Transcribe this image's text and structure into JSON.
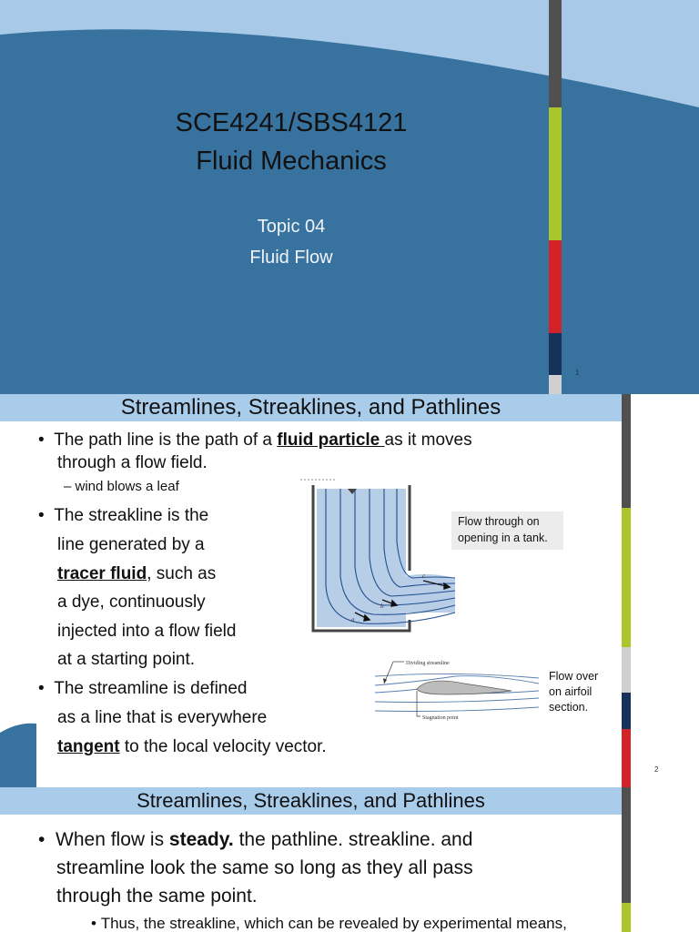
{
  "slide1": {
    "course_code": "SCE4241/SBS4121",
    "course_title": "Fluid Mechanics",
    "topic": "Topic 04",
    "topic_title": "Fluid Flow",
    "page_number": "1"
  },
  "slide2": {
    "title": "Streamlines, Streaklines, and Pathlines",
    "bullet1": {
      "pre": "The path line is the path of a ",
      "bold": "fluid particle ",
      "post": "as it moves",
      "line2": "through a flow field."
    },
    "sub1": "wind blows a leaf",
    "bullet2": {
      "l1": "The streakline is the",
      "l2": "line generated by a",
      "bold": "tracer fluid",
      "l3rest": ", such as",
      "l4": "a dye, continuously",
      "l5": "injected into a flow field",
      "l6": "at a starting point."
    },
    "bullet3": {
      "l1": "The streamline is defined",
      "l2": "as a line that is everywhere",
      "bold": "tangent",
      "l3rest": " to the local velocity vector."
    },
    "caption_tank": [
      "Flow through on",
      "opening in a tank."
    ],
    "caption_airfoil": [
      "Flow over",
      "on airfoil",
      "section."
    ],
    "fig_label_dividing": "Dividing streamline",
    "fig_label_stagnation": "Stagnation point",
    "fig_labels_particles": [
      "a",
      "b",
      "c"
    ],
    "page_number": "2"
  },
  "slide3": {
    "title": "Streamlines, Streaklines, and Pathlines",
    "bullet1": {
      "pre": "When flow is ",
      "bold": "steady.",
      "post": " the pathline. streakline. and",
      "line2": "streamline look the same so long as they all pass",
      "line3": "through the same point."
    },
    "sub1": "Thus, the streakline, which can be revealed by experimental means,"
  },
  "colors": {
    "slide_blue": "#38739f",
    "header_blue": "#a9cceb",
    "accent_gray": "#505050",
    "accent_green": "#a9c62a",
    "accent_red": "#d32228",
    "accent_navy": "#17325a",
    "accent_light": "#d0d0d0"
  }
}
